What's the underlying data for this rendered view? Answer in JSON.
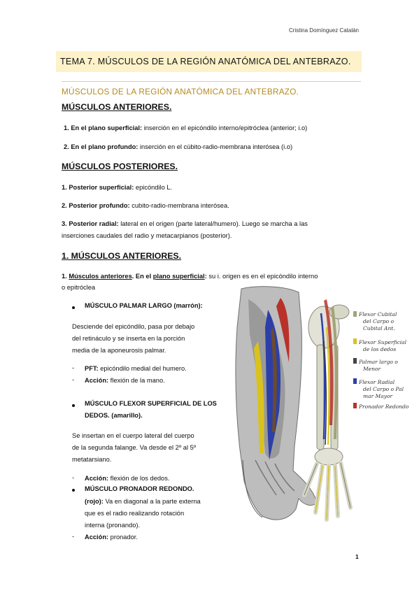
{
  "header": {
    "author": "Cristina Domínguez Catalán"
  },
  "title": "TEMA 7. MÚSCULOS DE LA REGIÓN ANATÓMICA DEL ANTEBRAZO.",
  "section_title": "MÚSCULOS DE LA REGIÓN ANATÓMICA DEL ANTEBRAZO.",
  "anteriores": {
    "heading": "MÚSCULOS ANTERIORES.",
    "items": [
      {
        "label": "1. En el plano superficial:",
        "text": " inserción en el epicóndilo interno/epitróclea (anterior; i.o)"
      },
      {
        "label": "2. En el plano profundo:",
        "text": " inserción en el cúbito-radio-membrana interósea (i.o)"
      }
    ]
  },
  "posteriores": {
    "heading": "MÚSCULOS POSTERIORES.",
    "items": [
      {
        "label": "1. Posterior superficial:",
        "text": " epicóndilo L."
      },
      {
        "label": "2. Posterior profundo:",
        "text": "  cubito-radio-membrana interósea."
      },
      {
        "label": "3. Posterior radial:",
        "text": " lateral en el origen (parte lateral/humero).  Luego se marcha a las",
        "text2": "inserciones caudales del radio y metacarpianos (posterior)."
      }
    ]
  },
  "section1": {
    "heading": "1. MÚSCULOS ANTERIORES.",
    "intro": {
      "num": "1. ",
      "musculos": "Músculos anteriores",
      "en_el": ". En el ",
      "plano": "plano superficial",
      "colon": ": ",
      "rest": "su i.  origen es en el epicóndilo interno",
      "line2": "o epitróclea"
    },
    "palmar": {
      "title": "MÚSCULO PALMAR LARGO (marrón):",
      "desc": [
        "Desciende del epicóndilo, pasa por debajo",
        "del retináculo y se inserta en la porción",
        "media de la aponeurosis palmar."
      ],
      "pft_label": "PFT:",
      "pft_text": " epicóndilo medial del humero.",
      "accion_label": "Acción:",
      "accion_text": " flexión de la mano."
    },
    "flexor": {
      "title1": "MÚSCULO FLEXOR SUPERFICIAL DE LOS",
      "title2": "DEDOS. (amarillo).",
      "desc": [
        "Se insertan en el cuerpo lateral del cuerpo",
        "de la segunda falange.  Va desde el 2º al 5º",
        "metatarsiano."
      ],
      "accion_label": "Acción:",
      "accion_text": " flexión de los dedos."
    },
    "pronador": {
      "title": "MÚSCULO PRONADOR REDONDO.",
      "line2_label": "(rojo):",
      "line2_text": " Va en diagonal a la parte externa",
      "desc": [
        "que es el radio realizando rotación",
        "interna (pronando)."
      ],
      "accion_label": "Acción:",
      "accion_text": " pronador."
    }
  },
  "figure": {
    "legend": [
      {
        "text1": "Flexor Cubital",
        "text2": "del Carpo o",
        "text3": "Cubital Ant.",
        "color": "#a3a37a"
      },
      {
        "text1": "Flexor Superficial",
        "text2": "de los dedos",
        "text3": "",
        "color": "#d9c21e"
      },
      {
        "text1": "Palmar largo o",
        "text2": "Menor",
        "text3": "",
        "color": "#444444"
      },
      {
        "text1": "Flexor Radial",
        "text2": "del Carpo o Pal",
        "text3": "mar Mayor",
        "color": "#2c3fa8"
      },
      {
        "text1": "Pronador Redondo",
        "text2": "",
        "text3": "",
        "color": "#b8322a"
      }
    ]
  },
  "page_number": "1"
}
